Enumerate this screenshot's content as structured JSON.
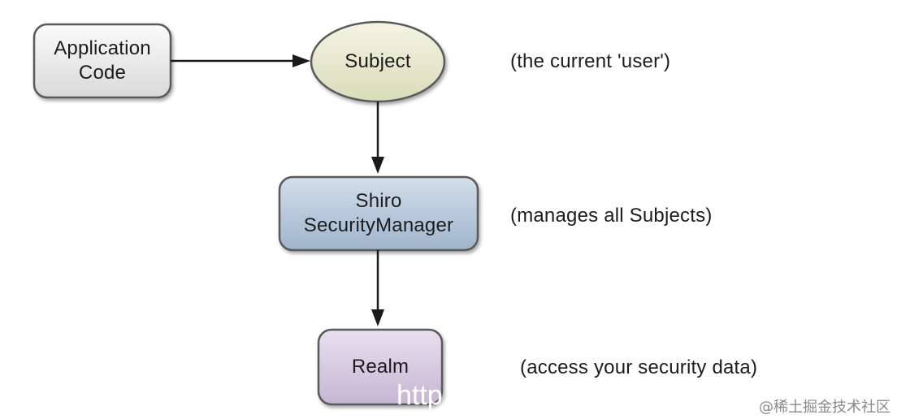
{
  "nodes": {
    "app_code": {
      "line1": "Application",
      "line2": "Code"
    },
    "subject": {
      "label": "Subject"
    },
    "security_manager": {
      "line1": "Shiro",
      "line2": "SecurityManager"
    },
    "realm": {
      "label": "Realm"
    }
  },
  "notes": {
    "subject": "(the current 'user')",
    "security_manager": "(manages all Subjects)",
    "realm": "(access your security data)"
  },
  "colors": {
    "app_code_fill": "#ececec",
    "subject_fill": "#e7e9cf",
    "security_manager_fill": "#b9c9dc",
    "realm_fill": "#d7cbe0",
    "stroke": "#5a5a5a"
  },
  "watermark": {
    "url_fragment": "http",
    "site": "@稀土掘金技术社区"
  }
}
